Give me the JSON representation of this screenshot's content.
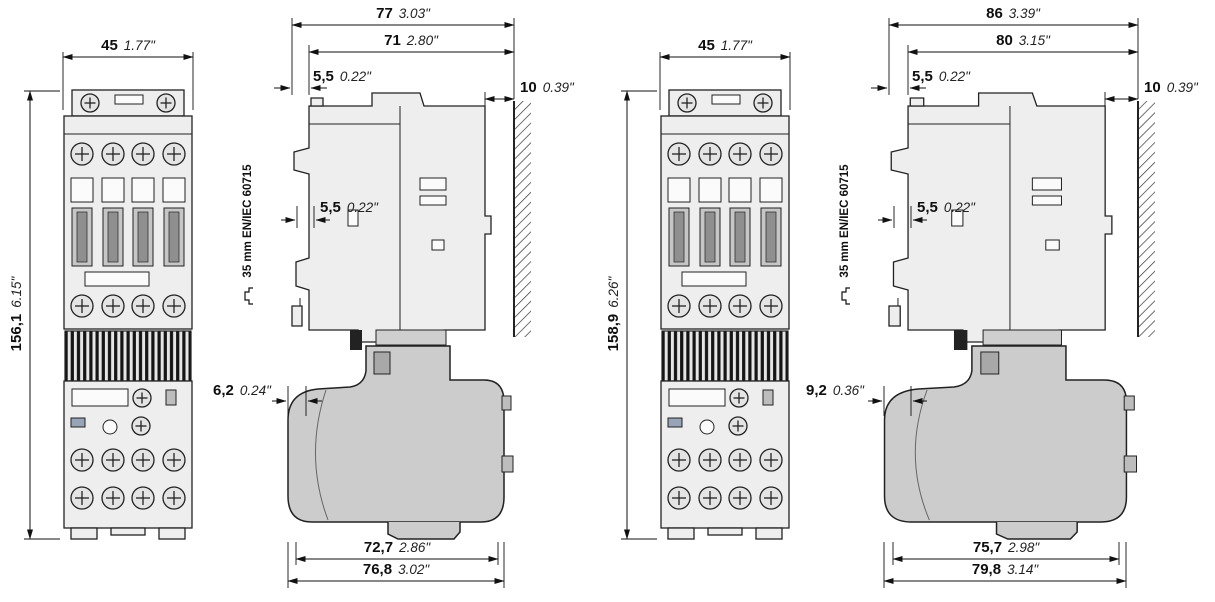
{
  "palette": {
    "line": "#222222",
    "fill_light": "#eeeeee",
    "fill_mid": "#cccccc",
    "stripe": "#151515"
  },
  "units": [
    {
      "front": {
        "width_mm": "45",
        "width_in": "1.77\"",
        "height_mm": "156,1",
        "height_in": "6.15\""
      },
      "side": {
        "depth_total_mm": "77",
        "depth_total_in": "3.03\"",
        "depth_body_mm": "71",
        "depth_body_in": "2.80\"",
        "offset_top_mm": "5,5",
        "offset_top_in": "0.22\"",
        "clearance_mm": "10",
        "clearance_in": "0.39\"",
        "rail_offset_mm": "5,5",
        "rail_offset_in": "0.22\"",
        "rail_label": "35 mm EN/IEC 60715",
        "relay_offset_mm": "6,2",
        "relay_offset_in": "0.24\"",
        "bottom_inner_mm": "72,7",
        "bottom_inner_in": "2.86\"",
        "bottom_outer_mm": "76,8",
        "bottom_outer_in": "3.02\""
      }
    },
    {
      "front": {
        "width_mm": "45",
        "width_in": "1.77\"",
        "height_mm": "158,9",
        "height_in": "6.26\""
      },
      "side": {
        "depth_total_mm": "86",
        "depth_total_in": "3.39\"",
        "depth_body_mm": "80",
        "depth_body_in": "3.15\"",
        "offset_top_mm": "5,5",
        "offset_top_in": "0.22\"",
        "clearance_mm": "10",
        "clearance_in": "0.39\"",
        "rail_offset_mm": "5,5",
        "rail_offset_in": "0.22\"",
        "rail_label": "35 mm EN/IEC 60715",
        "relay_offset_mm": "9,2",
        "relay_offset_in": "0.36\"",
        "bottom_inner_mm": "75,7",
        "bottom_inner_in": "2.98\"",
        "bottom_outer_mm": "79,8",
        "bottom_outer_in": "3.14\""
      }
    }
  ]
}
